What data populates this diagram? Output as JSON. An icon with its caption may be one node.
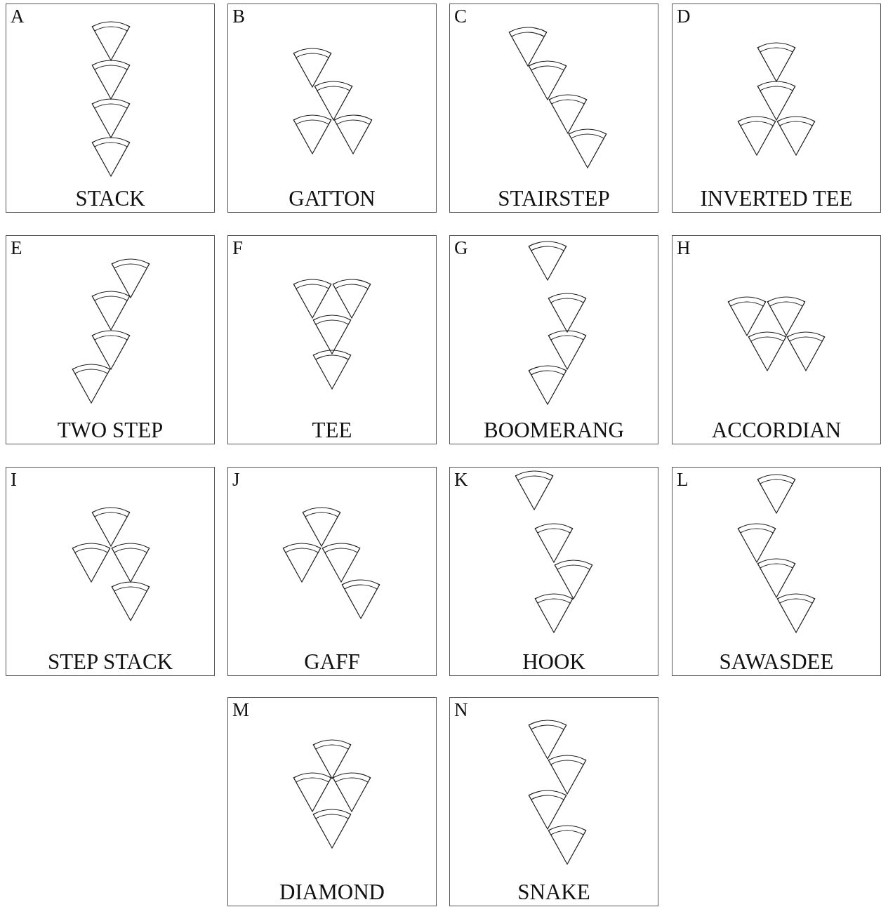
{
  "diagram": {
    "nodes": [
      {
        "text": [
          "A",
          "STACK"
        ]
      },
      {
        "text": [
          "B",
          "GATTON"
        ]
      },
      {
        "text": [
          "C",
          "STAIRSTEP"
        ]
      },
      {
        "text": [
          "D",
          "INVERTED TEE"
        ]
      },
      {
        "text": [
          "E",
          "TWO STEP"
        ]
      },
      {
        "text": [
          "F",
          "TEE"
        ]
      },
      {
        "text": [
          "G",
          "BOOMERANG"
        ]
      },
      {
        "text": [
          "H",
          "ACCORDIAN"
        ]
      },
      {
        "text": [
          "I",
          "STEP STACK"
        ]
      },
      {
        "text": [
          "J",
          "GAFF"
        ]
      },
      {
        "text": [
          "K",
          "HOOK"
        ]
      },
      {
        "text": [
          "L",
          "SAWASDEE"
        ]
      },
      {
        "text": [
          "M",
          "DIAMOND"
        ]
      },
      {
        "text": [
          "N",
          "SNAKE"
        ]
      }
    ]
  }
}
